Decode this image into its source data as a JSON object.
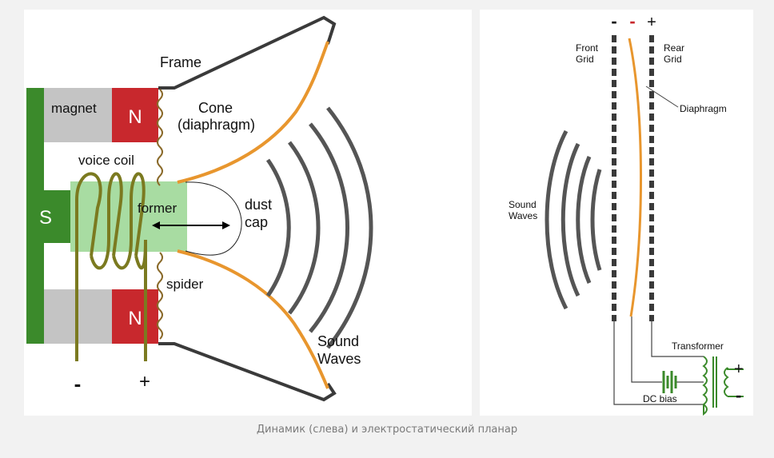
{
  "caption": "Динамик (слева) и электростатический планар",
  "dynamic": {
    "frame": "Frame",
    "magnet": "magnet",
    "pole_top": "N",
    "pole_bottom": "N",
    "pole_core": "S",
    "cone_line1": "Cone",
    "cone_line2": "(diaphragm)",
    "voice_coil": "voice coil",
    "former": "former",
    "dust_line1": "dust",
    "dust_line2": "cap",
    "spider": "spider",
    "sound_line1": "Sound",
    "sound_line2": "Waves",
    "minus": "-",
    "plus": "+"
  },
  "electrostatic": {
    "front_grid_minus": "-",
    "diaphragm_minus": "-",
    "rear_grid_plus": "+",
    "front_line1": "Front",
    "front_line2": "Grid",
    "rear_line1": "Rear",
    "rear_line2": "Grid",
    "diaphragm": "Diaphragm",
    "sound_line1": "Sound",
    "sound_line2": "Waves",
    "transformer": "Transformer",
    "dc_bias": "DC bias",
    "out_plus": "+",
    "out_minus": "-"
  },
  "colors": {
    "green": "#3b8a2b",
    "light_green": "#a8dca2",
    "red": "#c8282d",
    "gray": "#c4c4c4",
    "coil": "#7b7a20",
    "cone": "#e8962e",
    "frame": "#3a3a3a",
    "wave": "#555555"
  }
}
